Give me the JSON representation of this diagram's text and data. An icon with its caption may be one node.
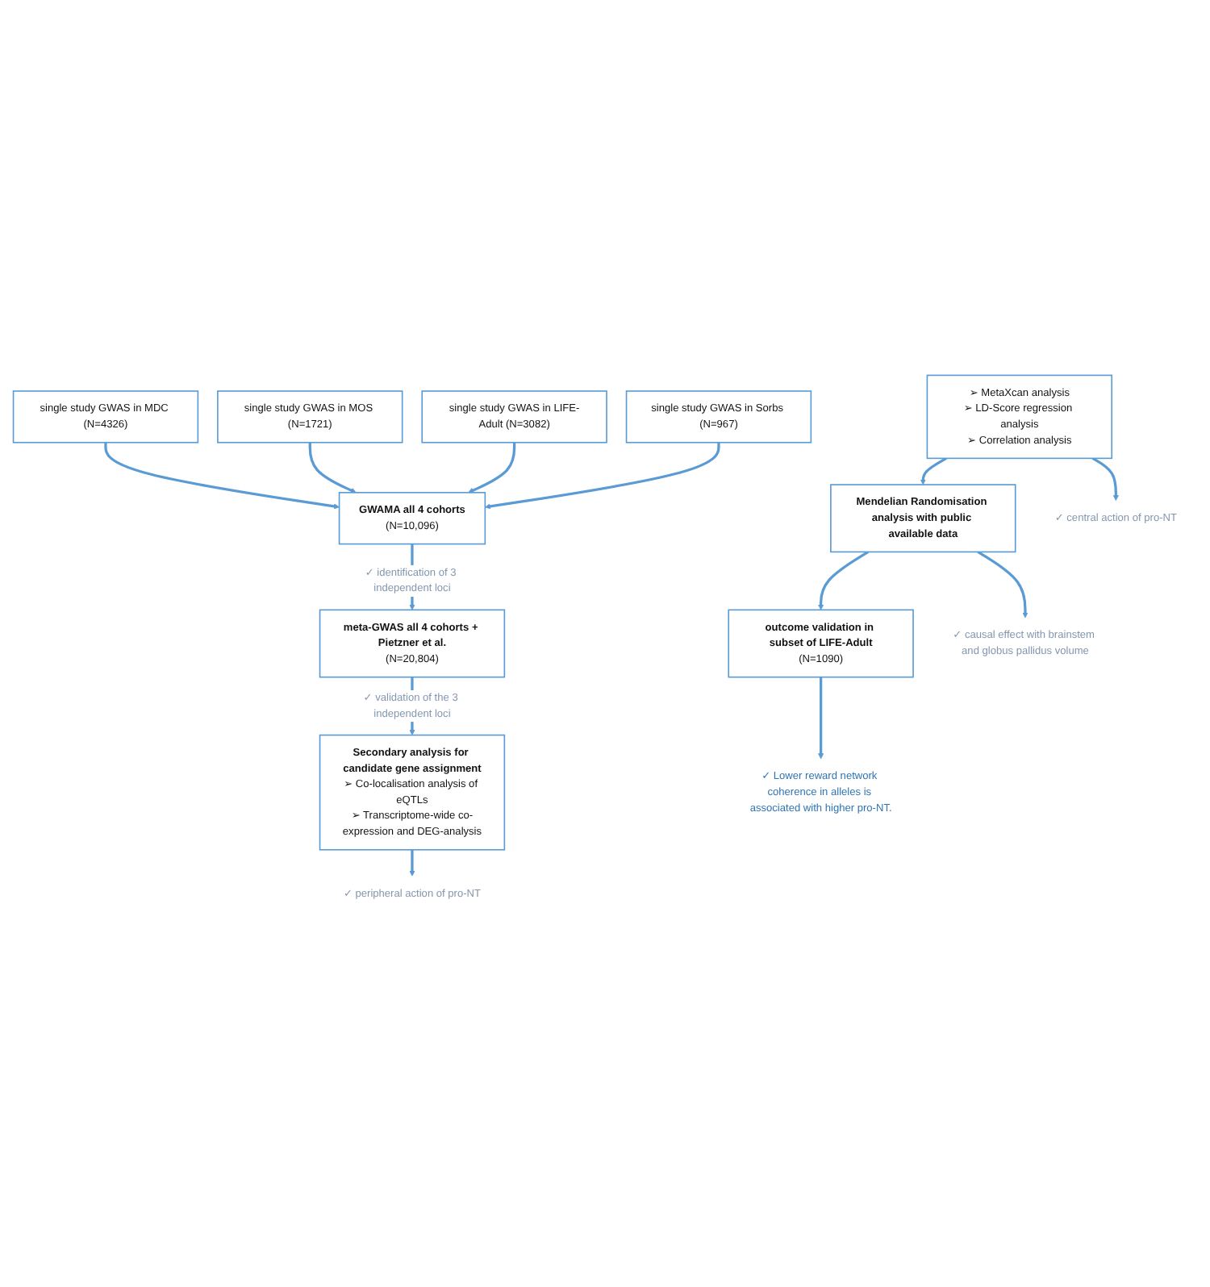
{
  "diagram": {
    "nodes": [
      {
        "text": [
          "single study GWAS in MDC (N=4326)"
        ]
      },
      {
        "text": [
          "single study GWAS in MOS (N=1721)"
        ]
      },
      {
        "text": [
          "single study GWAS in LIFE-Adult (N=3082)"
        ]
      },
      {
        "text": [
          "single study GWAS in Sorbs (N=967)"
        ]
      },
      {
        "text": [
          "GWAMA all 4 cohorts",
          "(N=10,096)"
        ]
      },
      {
        "text": [
          "meta-GWAS all 4 cohorts + Pietzner et al.",
          "(N=20,804)"
        ]
      },
      {
        "text": [
          "Secondary analysis for candidate gene assignment",
          "➢ Co-localisation analysis of eQTLs",
          "➢ Transcriptome-wide co-expression and DEG-analysis"
        ]
      },
      {
        "text": [
          "➢ MetaXcan analysis",
          "➢ LD-Score regression analysis",
          "➢ Correlation analysis"
        ]
      },
      {
        "text": [
          "Mendelian Randomisation analysis with public available data"
        ]
      },
      {
        "text": [
          "outcome validation in subset of LIFE-Adult",
          "(N=1090)"
        ]
      },
      {
        "text": [
          "✓ peripheral action of pro-NT"
        ]
      },
      {
        "text": [
          "✓ central action of pro-NT"
        ]
      },
      {
        "text": [
          "✓ causal effect with brainstem and globus pallidus volume"
        ]
      },
      {
        "text": [
          "✓ Lower reward network coherence in alleles is associated with higher pro-NT."
        ]
      }
    ],
    "edges": [
      {
        "from": 0,
        "to": 4,
        "arrow": "to"
      },
      {
        "from": 1,
        "to": 4,
        "arrow": "to"
      },
      {
        "from": 2,
        "to": 4,
        "arrow": "to"
      },
      {
        "from": 3,
        "to": 4,
        "arrow": "to"
      },
      {
        "from": 4,
        "to": 5,
        "arrow": "to",
        "label": "✓ identification of 3 independent loci"
      },
      {
        "from": 5,
        "to": 6,
        "arrow": "to",
        "label": "✓ validation of the 3 independent loci"
      },
      {
        "from": 6,
        "to": 10,
        "arrow": "to"
      },
      {
        "from": 7,
        "to": 11,
        "arrow": "to"
      },
      {
        "from": 7,
        "to": 8,
        "arrow": "to"
      },
      {
        "from": 8,
        "to": 12,
        "arrow": "to"
      },
      {
        "from": 8,
        "to": 9,
        "arrow": "to"
      },
      {
        "from": 9,
        "to": 13,
        "arrow": "to"
      }
    ]
  }
}
